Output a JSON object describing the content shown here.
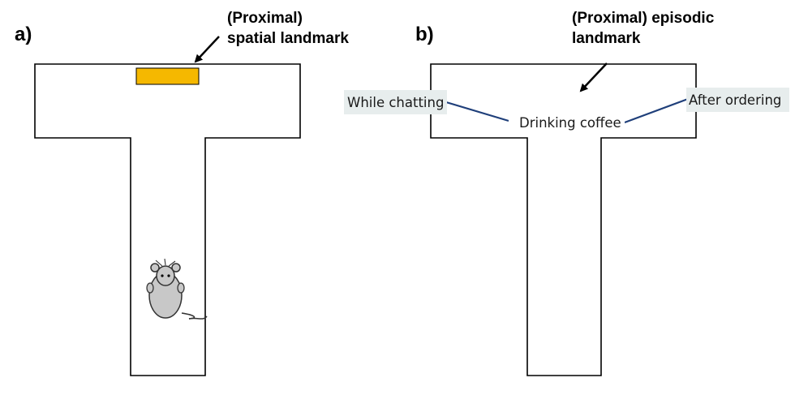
{
  "panel_a": {
    "label": "a)",
    "landmark_line1": "(Proximal)",
    "landmark_line2": "spatial landmark",
    "landmark_color": "#f5b800"
  },
  "panel_b": {
    "label": "b)",
    "landmark_line1": "(Proximal) episodic",
    "landmark_line2": "landmark",
    "cue_left": "While chatting",
    "cue_center": "Drinking coffee",
    "cue_right": "After ordering",
    "cue_box_color": "#e7eded",
    "link_color": "#1f3f7a"
  },
  "icons": {
    "rat": "rat-icon",
    "arrow": "arrow-icon"
  }
}
